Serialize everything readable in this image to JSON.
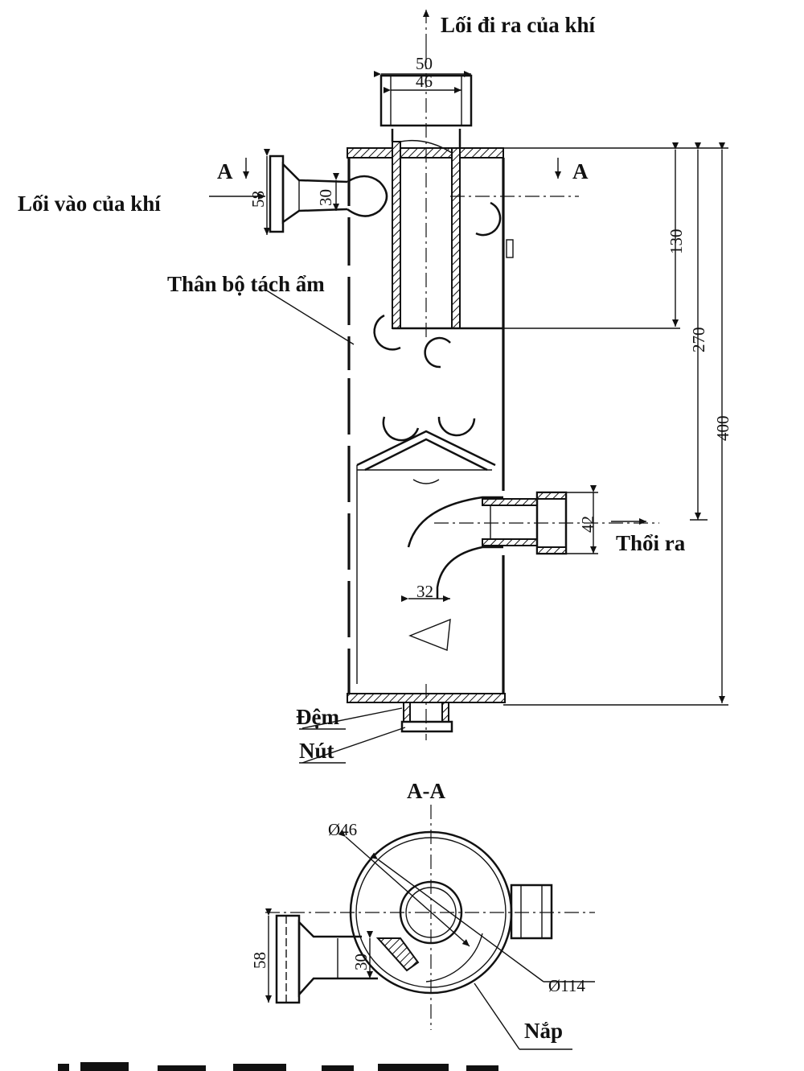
{
  "labels": {
    "gas_outlet": "Lối đi ra của khí",
    "gas_inlet": "Lối vào của khí",
    "body": "Thân bộ tách ẩm",
    "drain": "Thổi ra",
    "gasket": "Đệm",
    "plug": "Nút",
    "section_title": "A-A",
    "cover": "Nắp",
    "section_mark_left": "A",
    "section_mark_right": "A"
  },
  "dimensions": {
    "outlet_outer": "50",
    "outlet_inner": "46",
    "inlet_flange": "58",
    "inlet_pipe": "30",
    "height_130": "130",
    "height_270": "270",
    "height_400": "400",
    "drain_diameter": "42",
    "inner_bend": "32",
    "section_inner_dia": "Ø46",
    "section_outer_dia": "Ø114",
    "section_flange": "58",
    "section_pipe": "30"
  }
}
